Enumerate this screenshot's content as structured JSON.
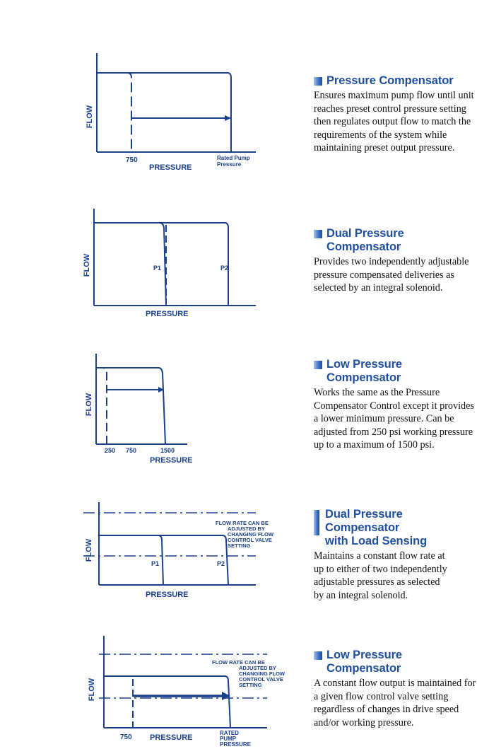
{
  "colors": {
    "line": "#1a3f8c",
    "heading": "#1f4f9e",
    "text": "#111111"
  },
  "icons": {
    "heading_bullet": "blue-square-bullet-icon"
  },
  "sections": [
    {
      "heading": "Pressure Compensator",
      "body": "Ensures maximum pump flow until unit reaches preset control pressure setting then regulates output flow to match the requirements of the system while maintaining preset output pressure.",
      "diagram": {
        "y_label": "FLOW",
        "x_label": "PRESSURE",
        "labels": [
          "750",
          "Rated Pump",
          "Pressure"
        ]
      }
    },
    {
      "heading": "Dual Pressure Compensator",
      "body": "Provides two independently adjustable pressure compensated deliveries as selected by an integral solenoid.",
      "diagram": {
        "y_label": "FLOW",
        "x_label": "PRESSURE",
        "labels": [
          "P1",
          "P2"
        ]
      }
    },
    {
      "heading": "Low Pressure Compensator",
      "body": "Works the same as the Pressure Compensator Control except it provides a lower minimum pressure. Can be adjusted from 250 psi working pressure up to a maximum of 1500 psi.",
      "diagram": {
        "y_label": "FLOW",
        "x_label": "PRESSURE",
        "labels": [
          "250",
          "750",
          "1500"
        ]
      }
    },
    {
      "heading_line1": "Dual Pressure Compensator",
      "heading_line2": "with Load Sensing",
      "body": "Maintains a constant flow rate at up to either of two independently adjustable pressures as selected by an integral solenoid.",
      "diagram": {
        "y_label": "FLOW",
        "x_label": "PRESSURE",
        "labels": [
          "P1",
          "P2"
        ],
        "note": [
          "FLOW RATE CAN BE",
          "ADJUSTED BY",
          "CHANGING FLOW",
          "CONTROL VALVE",
          "SETTING"
        ]
      }
    },
    {
      "heading": "Low Pressure Compensator",
      "body": "A constant flow output is maintained for a given flow control valve setting regardless of changes in drive speed and/or working pressure.",
      "diagram": {
        "y_label": "FLOW",
        "x_label": "PRESSURE",
        "labels": [
          "750",
          "RATED",
          "PUMP",
          "PRESSURE"
        ],
        "note": [
          "FLOW RATE CAN BE",
          "ADJUSTED BY",
          "CHANGING FLOW",
          "CONTROL VALVE",
          "SETTING"
        ]
      }
    }
  ]
}
